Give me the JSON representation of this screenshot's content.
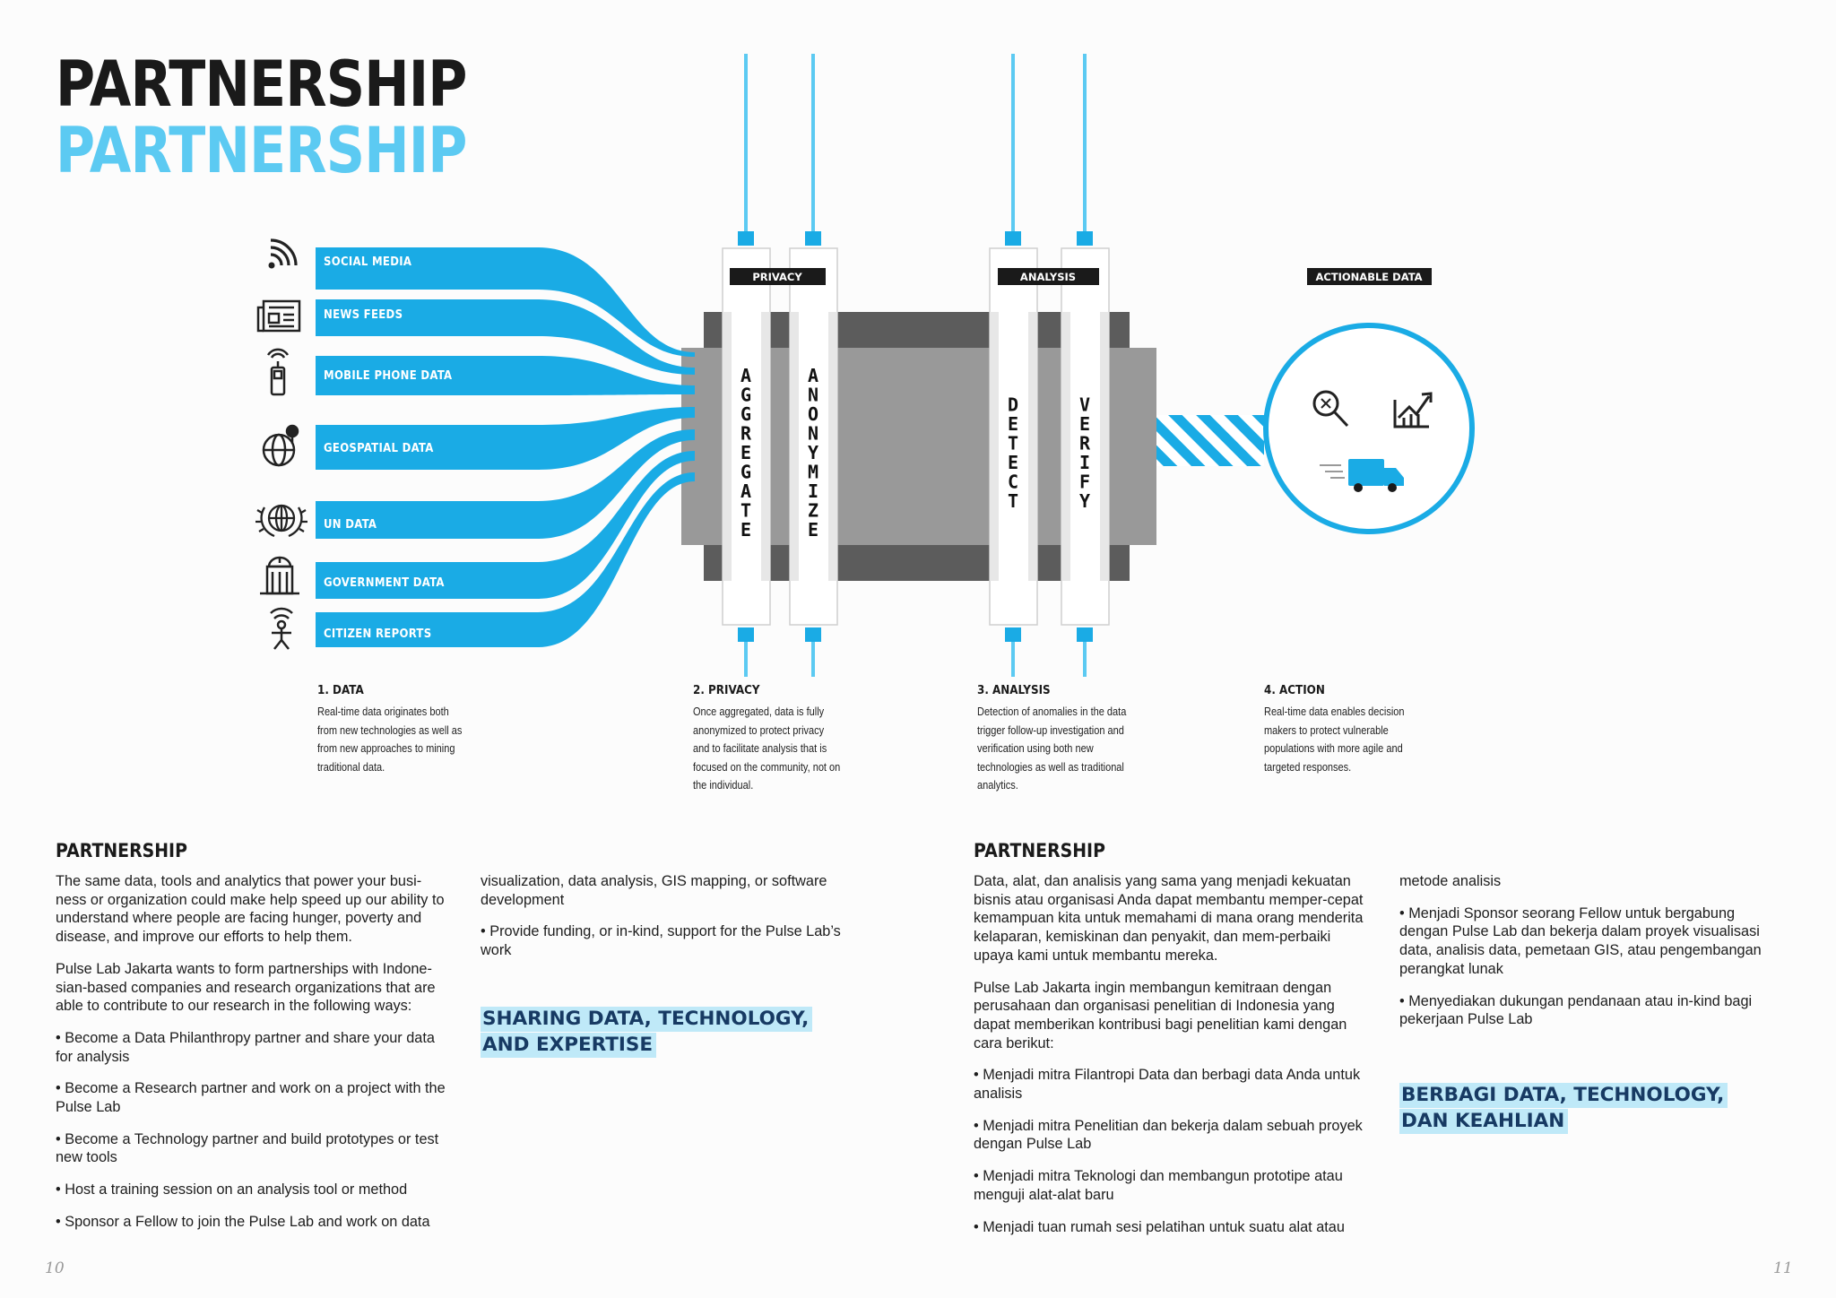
{
  "title": {
    "line1": "PARTNERSHIP",
    "line2": "PARTNERSHIP"
  },
  "sources": [
    {
      "label": "SOCIAL MEDIA",
      "icon": "rss-icon"
    },
    {
      "label": "NEWS FEEDS",
      "icon": "newspaper-icon"
    },
    {
      "label": "MOBILE PHONE DATA",
      "icon": "mobile-phone-icon"
    },
    {
      "label": "GEOSPATIAL DATA",
      "icon": "globe-pin-icon"
    },
    {
      "label": "UN DATA",
      "icon": "un-emblem-icon"
    },
    {
      "label": "GOVERNMENT DATA",
      "icon": "government-building-icon"
    },
    {
      "label": "CITIZEN REPORTS",
      "icon": "citizen-broadcast-icon"
    }
  ],
  "stages": {
    "privacy_label": "PRIVACY",
    "analysis_label": "ANALYSIS",
    "action_label": "ACTIONABLE DATA",
    "columns": [
      "AGGREGATE",
      "ANONYMIZE",
      "DETECT",
      "VERIFY"
    ]
  },
  "steps": [
    {
      "title": "1. DATA",
      "body": "Real-time data originates both from new technologies as well as from new approaches to mining traditional data."
    },
    {
      "title": "2. PRIVACY",
      "body": "Once aggregated, data is fully anonymized to protect privacy and to facilitate analysis that is focused on the community, not on the individual."
    },
    {
      "title": "3. ANALYSIS",
      "body": "Detection of anomalies in the data trigger follow-up investigation and verification using both new technologies as well as traditional analytics."
    },
    {
      "title": "4. ACTION",
      "body": "Real-time data enables decision makers to protect vulnerable populations with more agile and targeted responses."
    }
  ],
  "english": {
    "heading": "PARTNERSHIP",
    "p1": "The same data, tools and analytics that power your busi-ness or organization could make help speed up our ability to understand where people are facing hunger, poverty and disease, and improve our efforts to help them.",
    "p2": "Pulse Lab Jakarta wants to form partnerships with Indone-sian-based companies and research organizations that are able to contribute to our research in the following ways:",
    "b1": "• Become a Data Philanthropy partner and share your data for analysis",
    "b2": "• Become a Research partner and work on a project with the Pulse Lab",
    "b3": "• Become a Technology partner and build prototypes or test new tools",
    "b4": "• Host a training session on an analysis tool or method",
    "b5": "• Sponsor a Fellow to join the Pulse Lab and work on data",
    "c2_p1": "visualization, data analysis, GIS mapping, or software development",
    "c2_b1": "• Provide funding, or in-kind, support for the Pulse Lab’s work",
    "highlight_l1": "SHARING DATA, TECHNOLOGY,",
    "highlight_l2": "AND EXPERTISE"
  },
  "indonesian": {
    "heading": "PARTNERSHIP",
    "p1": "Data, alat, dan analisis yang sama yang menjadi kekuatan bisnis atau organisasi Anda dapat membantu memper-cepat kemampuan kita untuk memahami di mana orang menderita kelaparan, kemiskinan dan penyakit, dan mem-perbaiki upaya kami untuk membantu mereka.",
    "p2": "Pulse Lab Jakarta ingin membangun kemitraan dengan perusahaan dan organisasi penelitian di Indonesia yang dapat memberikan kontribusi bagi penelitian kami dengan cara berikut:",
    "b1": "• Menjadi mitra Filantropi Data dan berbagi data Anda untuk analisis",
    "b2": "• Menjadi mitra Penelitian dan bekerja dalam sebuah proyek dengan Pulse Lab",
    "b3": "• Menjadi mitra Teknologi dan membangun prototipe atau menguji alat-alat baru",
    "b4": "• Menjadi tuan rumah sesi pelatihan untuk suatu alat atau",
    "c2_p1": "metode analisis",
    "c2_b1": "• Menjadi Sponsor seorang Fellow untuk bergabung dengan Pulse Lab dan bekerja dalam proyek visualisasi data, analisis data, pemetaan GIS, atau pengembangan perangkat lunak",
    "c2_b2": "• Menyediakan dukungan pendanaan atau in-kind bagi pekerjaan Pulse Lab",
    "highlight_l1": "BERBAGI DATA, TECHNOLOGY,",
    "highlight_l2": "DAN KEAHLIAN"
  },
  "page_numbers": {
    "left": "10",
    "right": "11"
  },
  "colors": {
    "accent": "#1aabe5",
    "light_accent": "#5ccaf2",
    "dark_gray": "#5c5c5c",
    "mid_gray": "#999999"
  }
}
